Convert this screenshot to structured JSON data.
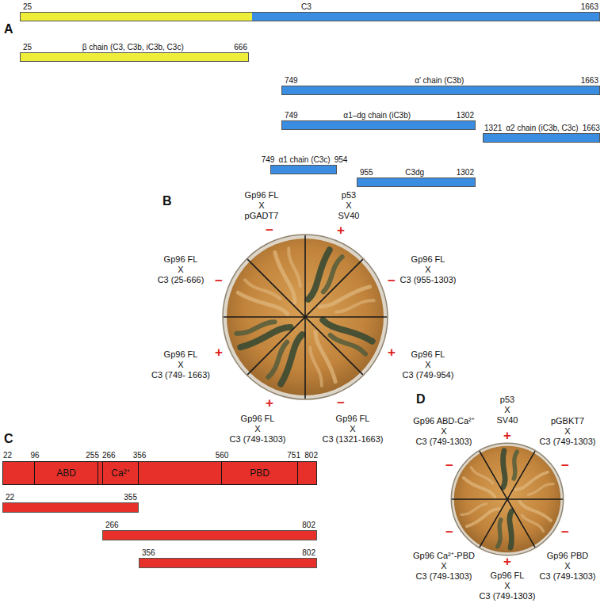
{
  "diagram": {
    "nodes": [
      {
        "text": [
          "25",
          "C3",
          "1663"
        ]
      },
      {
        "text": [
          "25",
          "β chain (C3, C3b, iC3b, C3c)",
          "666"
        ]
      },
      {
        "text": [
          "749",
          "α′ chain (C3b)",
          "1663"
        ]
      },
      {
        "text": [
          "749",
          "α1–dg chain (iC3b)",
          "1302"
        ]
      },
      {
        "text": [
          "1321",
          "α2 chain (iC3b, C3c)",
          "1663"
        ]
      },
      {
        "text": [
          "749",
          "α1 chain (C3c)",
          "954"
        ]
      },
      {
        "text": [
          "955",
          "C3dg",
          "1302"
        ]
      },
      {
        "text": [
          "22",
          "96",
          "255",
          "266",
          "356",
          "560",
          "751",
          "802"
        ]
      },
      {
        "text": [
          "ABD"
        ],
        "in": 7
      },
      {
        "text": [
          "Ca²⁺"
        ],
        "in": 7
      },
      {
        "text": [
          "PBD"
        ],
        "in": 7
      },
      {
        "text": [
          "22",
          "355"
        ]
      },
      {
        "text": [
          "266",
          "802"
        ]
      },
      {
        "text": [
          "356",
          "802"
        ]
      }
    ],
    "labels": [
      "A",
      "B",
      "Gp96 FL",
      "X",
      "pGADT7",
      "−",
      "p53",
      "X",
      "SV40",
      "+",
      "Gp96 FL",
      "X",
      "C3 (955-1303)",
      "−",
      "Gp96 FL",
      "X",
      "C3 (749-954)",
      "+",
      "Gp96 FL",
      "X",
      "C3 (1321-1663)",
      "−",
      "Gp96 FL",
      "X",
      "C3 (749-1303)",
      "+",
      "Gp96 FL",
      "X",
      "C3 (749- 1663)",
      "+",
      "Gp96 FL",
      "X",
      "C3 (25-666)",
      "−",
      "C",
      "D",
      "p53",
      "X",
      "SV40",
      "+",
      "pGBKT7",
      "X",
      "C3 (749-1303)",
      "−",
      "Gp96 PBD",
      "X",
      "C3 (749-1303)",
      "−",
      "Gp96 FL",
      "X",
      "C3 (749-1303)",
      "+",
      "Gp96 Ca²⁺-PBD",
      "X",
      "C3 (749-1303)",
      "−",
      "Gp96 ABD-Ca²⁺",
      "X",
      "C3 (749-1303)",
      "−"
    ]
  }
}
